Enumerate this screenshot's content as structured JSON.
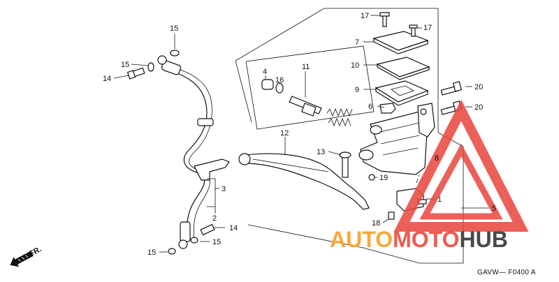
{
  "diagram_code": "GAVW— F0400 A",
  "direction_label": "FR.",
  "watermark": {
    "text_orange": "AUTO",
    "text_red": "MOTO",
    "text_dark": "HUB",
    "colors": {
      "orange": "#f7a93b",
      "red": "#ee5b4f",
      "dark": "#4a4a4a",
      "triangle": "#e8453c"
    }
  },
  "callouts": {
    "c1": "1",
    "c2": "2",
    "c3": "3",
    "c4": "4",
    "c5": "5",
    "c6": "6",
    "c7": "7",
    "c8": "8",
    "c9": "9",
    "c10": "10",
    "c11": "11",
    "c12": "12",
    "c13": "13",
    "c14a": "14",
    "c14b": "14",
    "c15a": "15",
    "c15b": "15",
    "c15c": "15",
    "c15d": "15",
    "c16": "16",
    "c17a": "17",
    "c17b": "17",
    "c18": "18",
    "c19": "19",
    "c20a": "20",
    "c20b": "20"
  }
}
